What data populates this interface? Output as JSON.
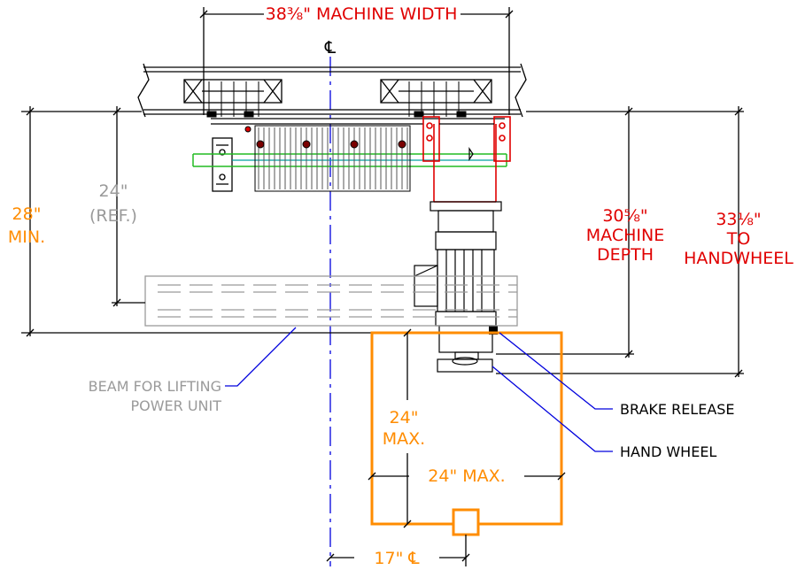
{
  "labels": {
    "machine_width": "38⅜\" MACHINE WIDTH",
    "centerline_top": "℄",
    "dim_28": {
      "value": "28\"",
      "note": "MIN."
    },
    "dim_24_ref": {
      "value": "24\"",
      "note": "(REF.)"
    },
    "dim_30": {
      "value": "30⅝\"",
      "line1": "MACHINE",
      "line2": "DEPTH"
    },
    "dim_33": {
      "value": "33⅛\"",
      "line1": "TO",
      "line2": "HANDWHEEL"
    },
    "beam": {
      "line1": "BEAM FOR LIFTING",
      "line2": "POWER UNIT"
    },
    "box_height": {
      "value": "24\"",
      "note": "MAX."
    },
    "box_width": "24\" MAX.",
    "brake_release": "BRAKE RELEASE",
    "hand_wheel": "HAND WHEEL",
    "dim_17": "17\" ℄"
  },
  "colors": {
    "line": "#000000",
    "orange": "#ff8c00",
    "red": "#e00000",
    "gray": "#9a9a9a",
    "green": "#22bb22",
    "blue": "#0000dd",
    "teal": "#00a0a0"
  }
}
